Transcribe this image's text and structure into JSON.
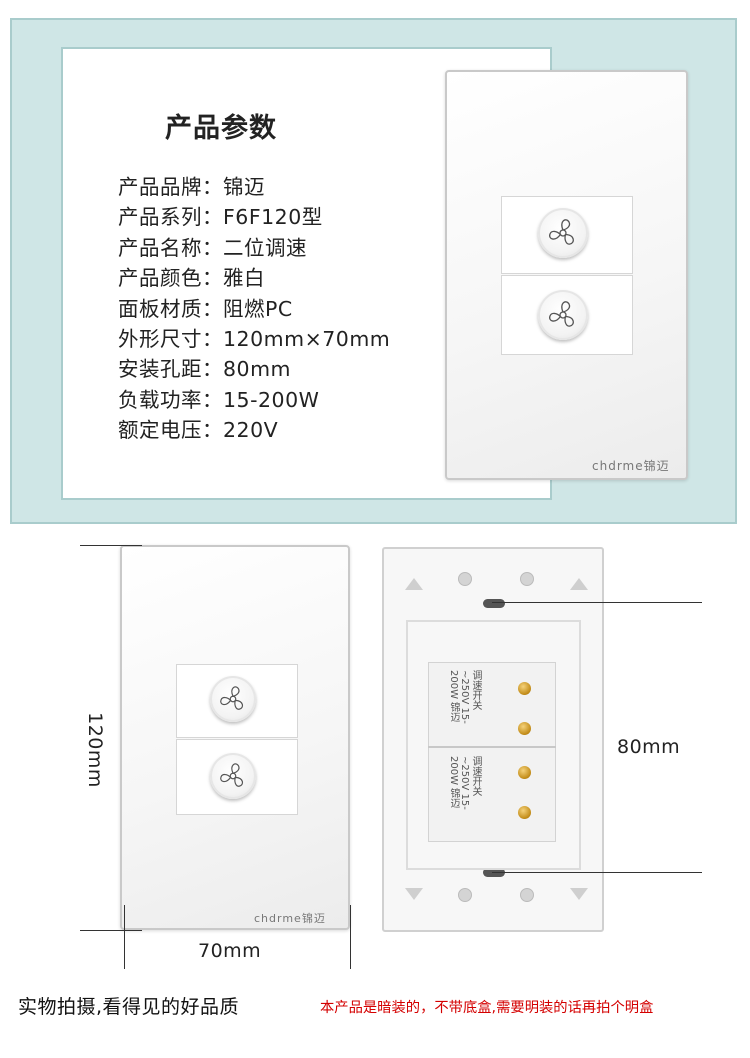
{
  "specs": {
    "title": "产品参数",
    "items": [
      "产品品牌：锦迈",
      "产品系列：F6F120型",
      "产品名称：二位调速",
      "产品颜色：雅白",
      "面板材质：阻燃PC",
      "外形尺寸：120mm×70mm",
      "安装孔距：80mm",
      "负载功率：15-200W",
      "额定电压：220V"
    ]
  },
  "plate": {
    "brand": "chdrme锦迈",
    "icon": "fan-icon",
    "colors": {
      "plate": "#f6f6f6",
      "frame": "#cfe6e6",
      "screw": "#c18a16"
    }
  },
  "back": {
    "module_label_top": "调速开关 ~250V 15-200W 锦迈",
    "module_label_bottom": "调速开关 ~250V 15-200W 锦迈"
  },
  "dimensions": {
    "height": "120mm",
    "width": "70mm",
    "hole_spacing": "80mm"
  },
  "footer": {
    "caption": "实物拍摄,看得见的好品质",
    "note": "本产品是暗装的，不带底盒,需要明装的话再拍个明盒"
  }
}
